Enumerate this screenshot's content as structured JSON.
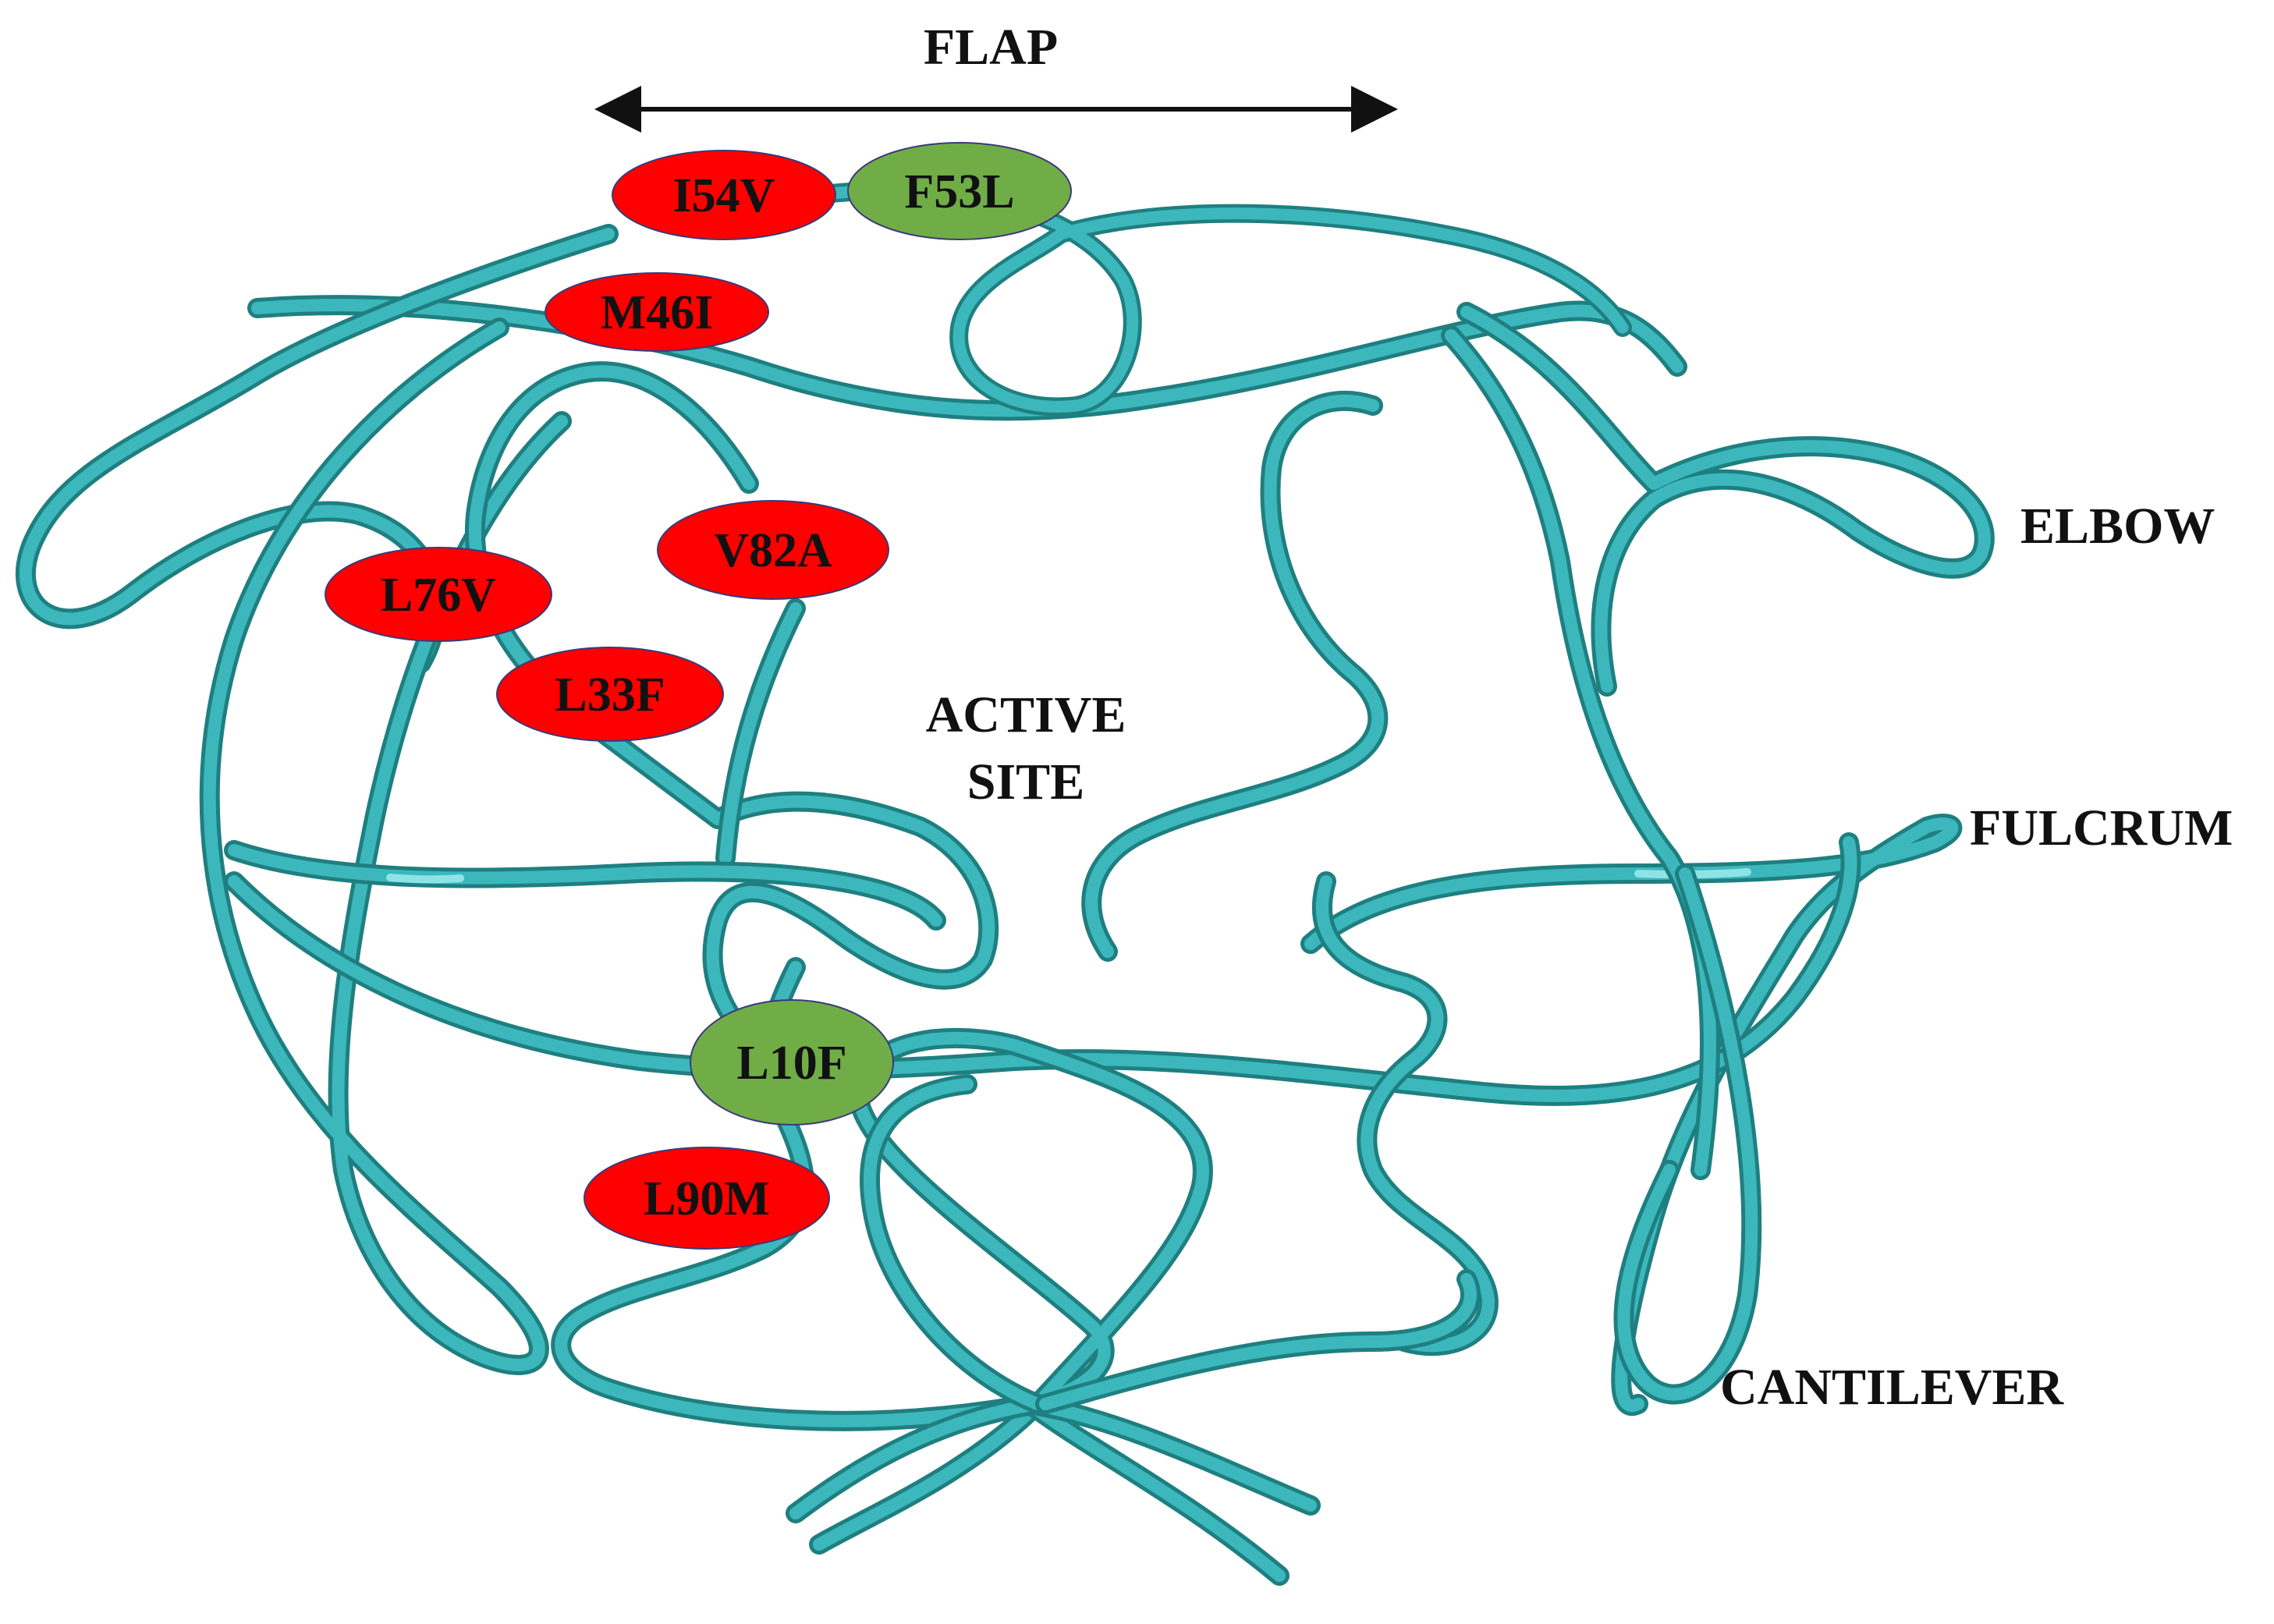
{
  "regions": {
    "flap": "FLAP",
    "elbow": "ELBOW",
    "fulcrum": "FULCRUM",
    "cantilever": "CANTILEVER",
    "active_site_line1": "ACTIVE",
    "active_site_line2": "SITE"
  },
  "mutations": [
    {
      "name": "I54V",
      "color": "#ff0000"
    },
    {
      "name": "F53L",
      "color": "#70ad47"
    },
    {
      "name": "M46I",
      "color": "#ff0000"
    },
    {
      "name": "V82A",
      "color": "#ff0000"
    },
    {
      "name": "L76V",
      "color": "#ff0000"
    },
    {
      "name": "L33F",
      "color": "#ff0000"
    },
    {
      "name": "L10F",
      "color": "#70ad47"
    },
    {
      "name": "L90M",
      "color": "#ff0000"
    }
  ],
  "colors": {
    "ribbon": "#3cb8bd",
    "ribbon_shadow": "#1f7f80",
    "text": "#111111"
  }
}
